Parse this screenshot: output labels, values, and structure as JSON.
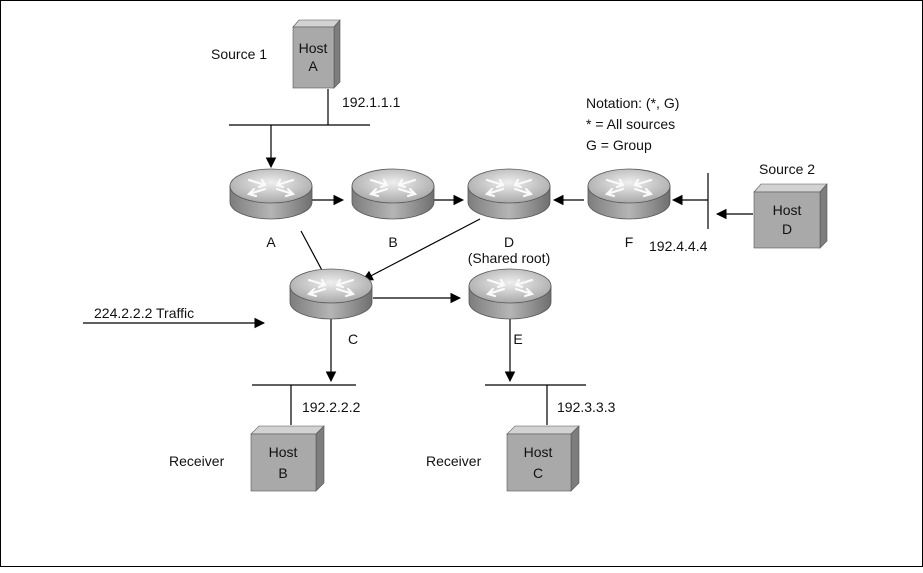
{
  "notation": {
    "line1": "Notation: (*, G)",
    "line2": "* = All sources",
    "line3": "G = Group"
  },
  "sources": {
    "source1": "Source 1",
    "source2": "Source 2"
  },
  "hosts": {
    "a": {
      "top": "Host",
      "bottom": "A"
    },
    "b": {
      "top": "Host",
      "bottom": "B"
    },
    "c": {
      "top": "Host",
      "bottom": "C"
    },
    "d": {
      "top": "Host",
      "bottom": "D"
    }
  },
  "receivers": {
    "left": "Receiver",
    "right": "Receiver"
  },
  "addresses": {
    "a": "192.1.1.1",
    "b": "192.2.2.2",
    "c": "192.3.3.3",
    "d": "192.4.4.4"
  },
  "routers": {
    "a": "A",
    "b": "B",
    "c": "C",
    "d": "D",
    "e": "E",
    "f": "F"
  },
  "shared_root": "(Shared root)",
  "traffic": "224.2.2.2 Traffic",
  "colors": {
    "host_front": "#a7a7a7",
    "host_side": "#7a7a7a",
    "host_top": "#cfcfcf",
    "router_body": "#8f8f8f",
    "router_top": "#c9c9c9",
    "line": "#000000"
  }
}
